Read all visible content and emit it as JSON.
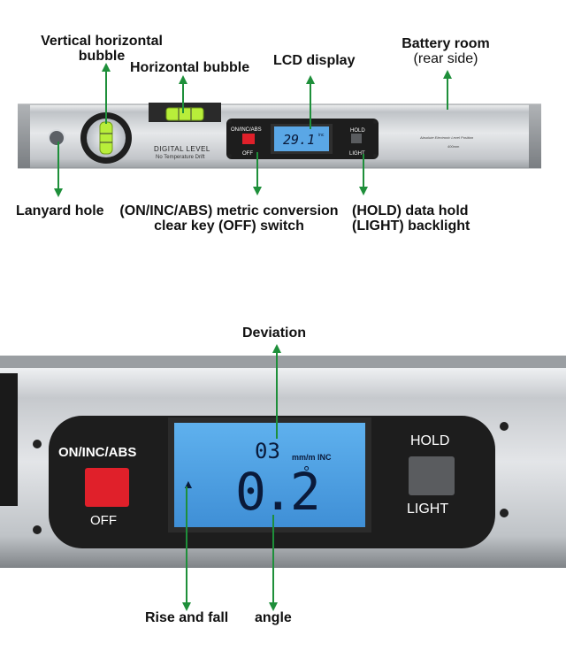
{
  "top": {
    "labels": {
      "vertical_bubble": [
        "Vertical horizontal",
        "bubble"
      ],
      "horizontal_bubble": "Horizontal bubble",
      "lcd_display": "LCD display",
      "battery_room": [
        "Battery room",
        "(rear side)"
      ],
      "lanyard_hole": "Lanyard hole",
      "metric_conversion": [
        "(ON/INC/ABS) metric conversion",
        "clear key (OFF) switch"
      ],
      "hold_light": [
        "(HOLD) data hold",
        "(LIGHT) backlight"
      ]
    },
    "device": {
      "brand_line1": "DIGITAL LEVEL",
      "brand_line2": "No Temperature Drift",
      "on_label": "ON/INC/ABS",
      "off_label": "OFF",
      "hold_label": "HOLD",
      "light_label": "LIGHT",
      "lcd_value": "29.1",
      "lcd_unit": "inc",
      "rear_text_line1": "Absolute Electronic Level Position",
      "rear_text_line2": "400mm"
    }
  },
  "bottom": {
    "labels": {
      "deviation": "Deviation",
      "rise_fall": "Rise and fall",
      "angle": "angle"
    },
    "device": {
      "on_label": "ON/INC/ABS",
      "off_label": "OFF",
      "hold_label": "HOLD",
      "light_label": "LIGHT",
      "lcd_small_value": "03",
      "lcd_small_unit": "mm/m INC",
      "lcd_big_value": "0.2",
      "lcd_big_unit": "°",
      "lcd_arrow": "▲"
    }
  },
  "colors": {
    "arrow_green": "#1e8f3a",
    "body_silver": "#c9ccd0",
    "panel_black": "#1d1d1d",
    "lcd_blue": "#5aa7e6",
    "button_red": "#e0202a",
    "button_gray": "#5a5c5f",
    "bubble_vial": "#b8ee3a"
  },
  "icons": {
    "arrows": "arrow-icon",
    "screws": "screw-icon"
  }
}
